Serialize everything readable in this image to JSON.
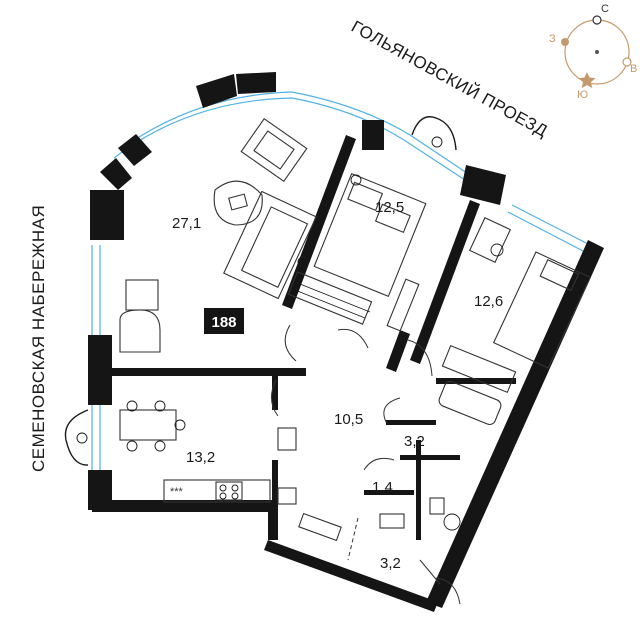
{
  "streets": {
    "top": "ГОЛЬЯНОВСКИЙ ПРОЕЗД",
    "left": "СЕМЕНОВСКАЯ НАБЕРЕЖНАЯ"
  },
  "apartment_number": "188",
  "rooms": {
    "living": "27,1",
    "bedroom_master": "12,5",
    "bedroom_small": "12,6",
    "kitchen": "13,2",
    "hall": "10,5",
    "bathroom": "3,2",
    "wc": "1,4",
    "entrance": "3,2"
  },
  "compass": {
    "north": "С",
    "west": "З",
    "east": "В",
    "south": "Ю"
  },
  "colors": {
    "window": "#4fb3e6",
    "compass": "#c49a6c",
    "wall": "#151515"
  }
}
